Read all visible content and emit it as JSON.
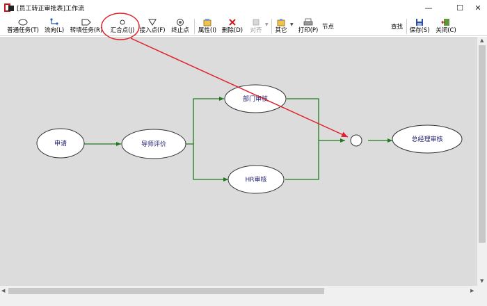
{
  "window": {
    "title": "[员工转正审批表]工作流",
    "minimize": "—",
    "maximize": "☐",
    "close": "✕"
  },
  "toolbar": {
    "normal_task": "普通任务(T)",
    "flow": "流向(L)",
    "forward_task": "转填任务(R)",
    "merge_point": "汇合点(J)",
    "entry_point": "接入点(F)",
    "end_point": "终止点",
    "properties": "属性(I)",
    "delete": "删除(D)",
    "align": "对齐",
    "other": "其它",
    "print": "打印(P)",
    "node_label": "节点",
    "node_value": "",
    "find": "查找",
    "save": "保存(S)",
    "close": "关闭(C)"
  },
  "diagram": {
    "nodes": {
      "apply": "申请",
      "mentor_review": "导师评价",
      "dept_review": "部门审核",
      "hr_review": "HR审核",
      "gm_review": "总经理审核"
    }
  },
  "colors": {
    "canvas_bg": "#dcdcdc",
    "flow_line": "#1f7a1f",
    "annotation_red": "#e0202a",
    "node_text": "#1a1a6e"
  }
}
